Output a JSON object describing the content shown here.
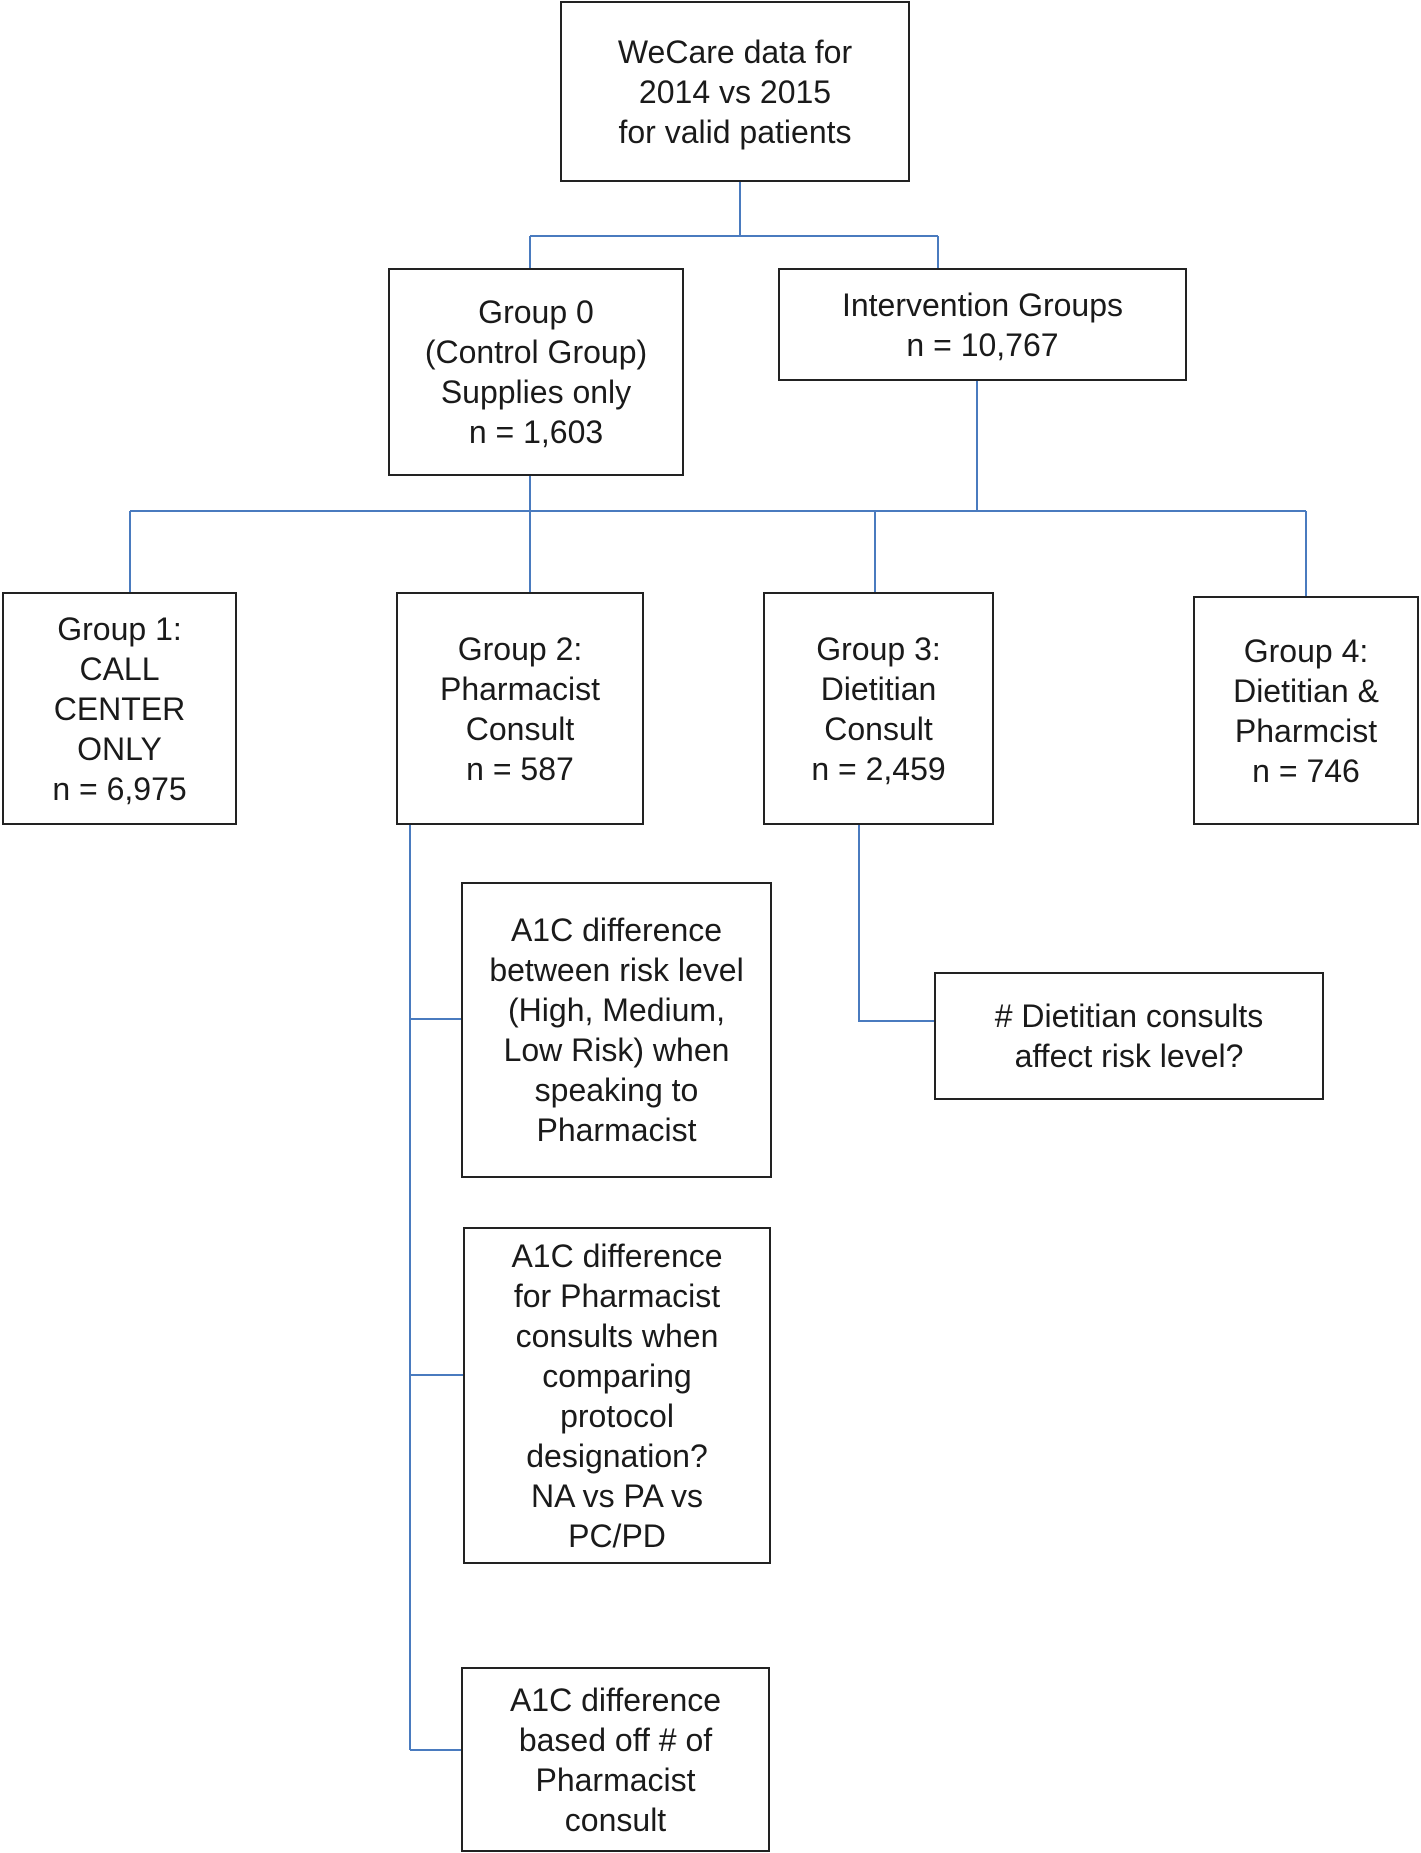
{
  "diagram": {
    "line_color": "#4a7bbf",
    "box_border_color": "#222222",
    "nodes": {
      "top": {
        "lines": [
          "WeCare data for",
          "2014 vs 2015",
          "for valid patients"
        ]
      },
      "group0": {
        "lines": [
          "Group 0",
          "(Control Group)",
          "Supplies only",
          "n = 1,603"
        ]
      },
      "intervention": {
        "lines": [
          "Intervention Groups",
          "n = 10,767"
        ]
      },
      "group1": {
        "lines": [
          "Group 1:",
          "CALL",
          "CENTER",
          "ONLY",
          "n = 6,975"
        ]
      },
      "group2": {
        "lines": [
          "Group 2:",
          "Pharmacist",
          "Consult",
          "n = 587"
        ]
      },
      "group3": {
        "lines": [
          "Group 3:",
          "Dietitian",
          "Consult",
          "n = 2,459"
        ]
      },
      "group4": {
        "lines": [
          "Group 4:",
          "Dietitian &",
          "Pharmcist",
          "n = 746"
        ]
      },
      "q_risk": {
        "lines": [
          "A1C difference",
          "between risk level",
          "(High, Medium,",
          "Low Risk) when",
          "speaking to",
          "Pharmacist"
        ]
      },
      "q_protocol": {
        "lines": [
          "A1C difference",
          "for Pharmacist",
          "consults when",
          "comparing",
          "protocol",
          "designation?",
          "NA vs PA vs",
          "PC/PD"
        ]
      },
      "q_count": {
        "lines": [
          "A1C difference",
          "based off # of",
          "Pharmacist",
          "consult"
        ]
      },
      "q_dietitian": {
        "lines": [
          "# Dietitian consults",
          "affect risk level?"
        ]
      }
    }
  }
}
